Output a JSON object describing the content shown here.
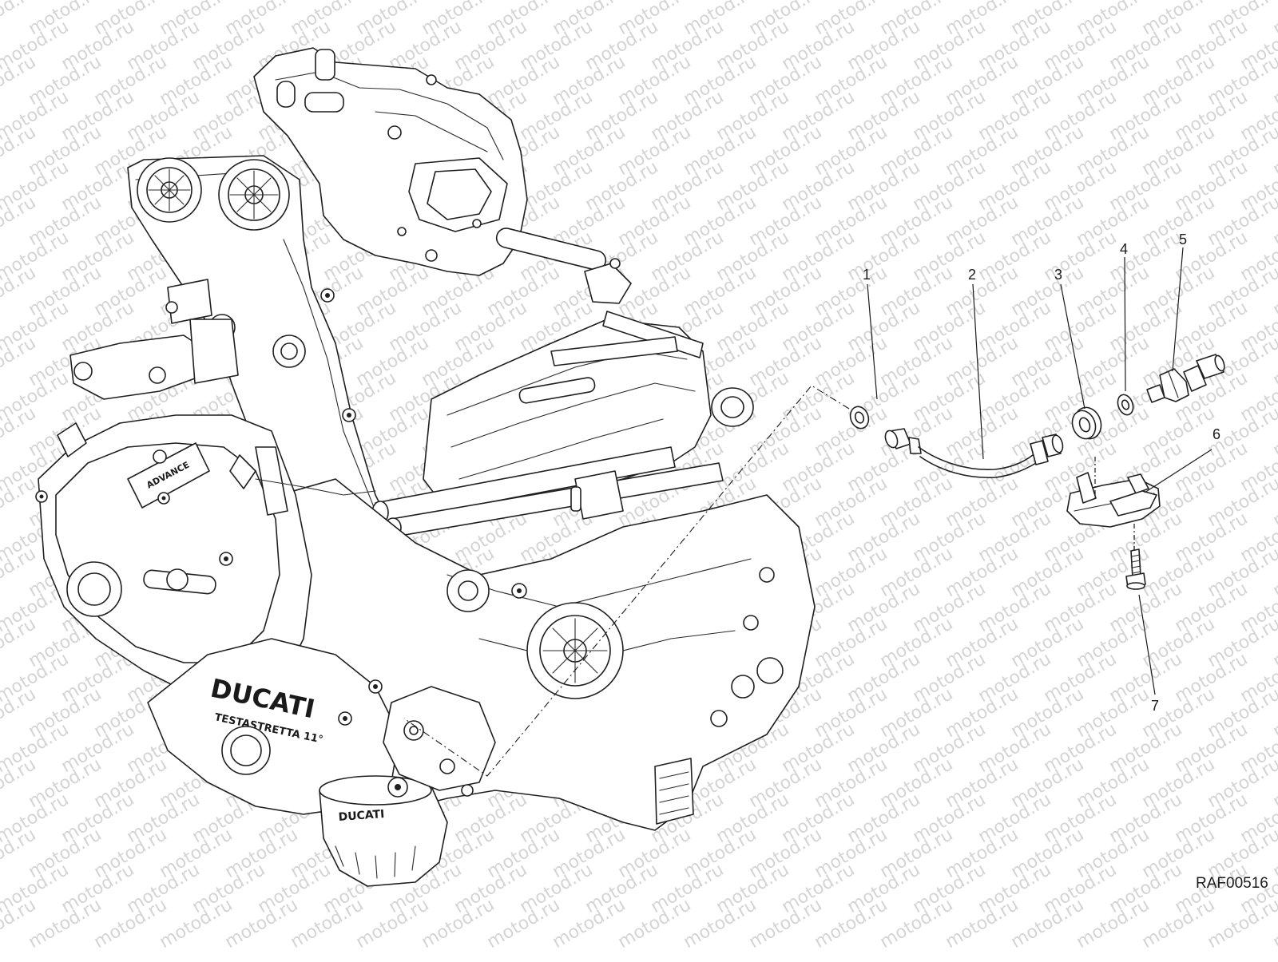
{
  "diagram": {
    "drawing_code": "RAF00516",
    "watermark_text": "motod.ru",
    "engine_markings": {
      "cover_brand": "DUCATI",
      "cover_model": "TESTASTRETTA 11°",
      "filter_brand": "DUCATI"
    },
    "callouts": [
      {
        "number": "1",
        "part": "sealing-washer"
      },
      {
        "number": "2",
        "part": "oil-pipe"
      },
      {
        "number": "3",
        "part": "rubber-grommet"
      },
      {
        "number": "4",
        "part": "sealing-washer-small"
      },
      {
        "number": "5",
        "part": "oil-pressure-sensor"
      },
      {
        "number": "6",
        "part": "bracket"
      },
      {
        "number": "7",
        "part": "screw"
      }
    ],
    "colors": {
      "line": "#1f1f1f",
      "watermark": "#d4d4d4",
      "background": "#ffffff"
    }
  }
}
